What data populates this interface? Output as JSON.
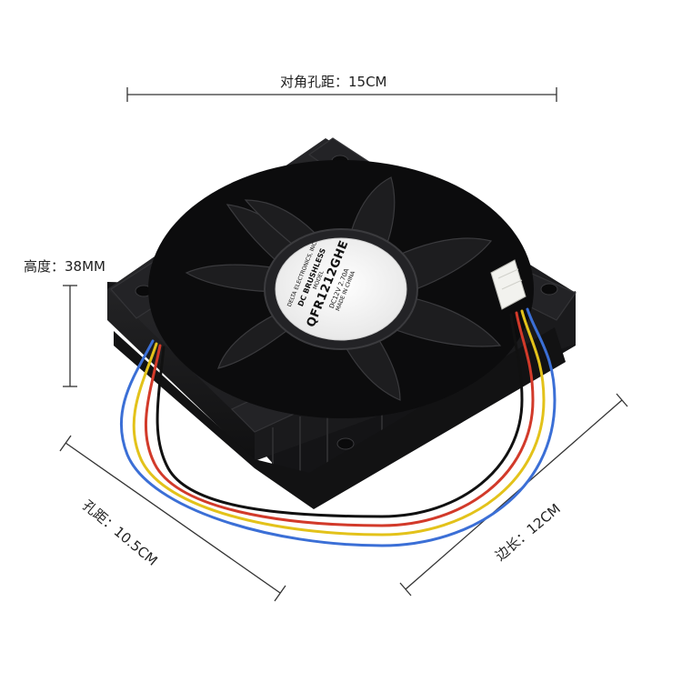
{
  "labels": {
    "diagonal": "对角孔距：15CM",
    "height": "高度：38MM",
    "hole_distance": "孔距：10.5CM",
    "side_length": "边长：12CM"
  },
  "fan_label": {
    "brand_line": "DELTA ELECTRONICS, INC.",
    "type": "DC BRUSHLESS",
    "model_caption": "MODEL",
    "model": "QFR1212GHE",
    "rating": "DC12V 2.70A",
    "origin": "MADE IN CHINA"
  },
  "colors": {
    "dimension_line": "#333333",
    "fan_body": "#1c1c1e",
    "wire_blue": "#3b6fd6",
    "wire_yellow": "#e3c21a",
    "wire_red": "#d23a2a",
    "wire_black": "#111111",
    "connector": "#f2f2ee"
  }
}
